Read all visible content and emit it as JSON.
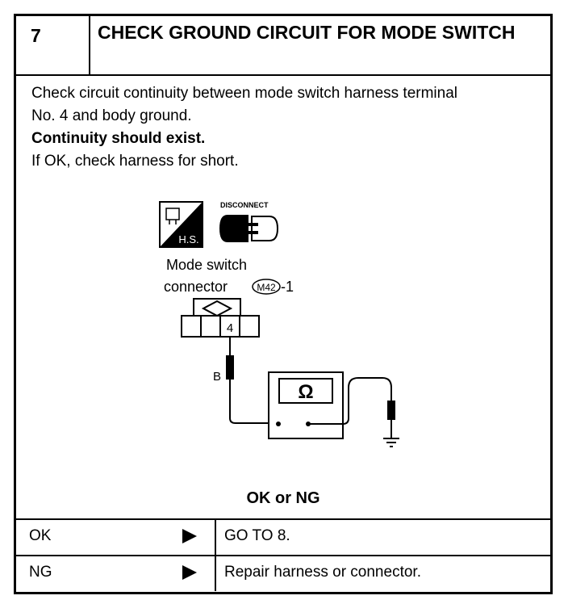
{
  "step": {
    "number": "7",
    "title": "CHECK GROUND CIRCUIT FOR MODE SWITCH"
  },
  "instructions": {
    "line1": "Check circuit continuity between mode switch harness terminal",
    "line2": "No. 4 and body ground.",
    "emphasis": "Continuity should exist.",
    "line3": "If OK, check harness for short."
  },
  "diagram": {
    "hs_label": "H.S.",
    "disconnect_label": "DISCONNECT",
    "connector_label_line1": "Mode  switch",
    "connector_label_line2": "connector",
    "connector_id": "M42",
    "connector_suffix": "-1",
    "terminal_number": "4",
    "wire_color": "B",
    "meter_symbol": "Ω"
  },
  "result_prompt": "OK or NG",
  "results": [
    {
      "label": "OK",
      "action": "GO TO 8."
    },
    {
      "label": "NG",
      "action": "Repair harness or connector."
    }
  ]
}
